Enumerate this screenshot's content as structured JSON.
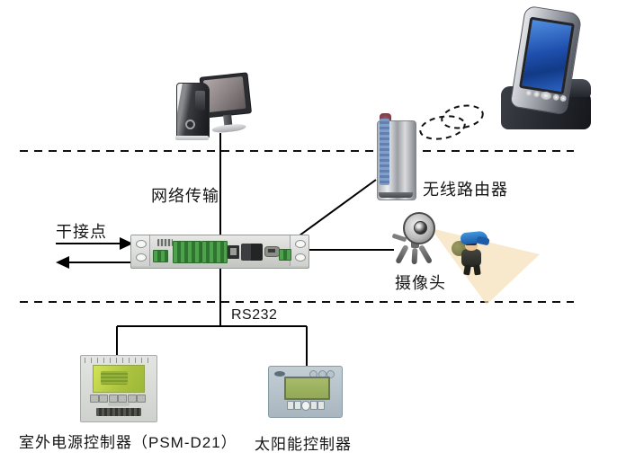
{
  "diagram": {
    "title_hint": "surveillance-gateway-topology",
    "labels": {
      "network_transmission": "网络传输",
      "dry_contact": "干接点",
      "wireless_router": "无线路由器",
      "camera": "摄像头",
      "rs232": "RS232",
      "outdoor_power_controller": "室外电源控制器（PSM-D21）",
      "solar_controller": "太阳能控制器"
    },
    "icons": [
      "desktop-computer-icon",
      "pda-dock-icon",
      "wireless-router-icon",
      "signal-waves-icon",
      "rack-gateway-icon",
      "surveillance-camera-icon",
      "intruder-figure-icon",
      "power-controller-icon",
      "solar-controller-icon"
    ],
    "colors": {
      "line": "#111111",
      "beam": "#f7e0b6",
      "pda_screen_blue": "#1f4fae",
      "router_strip_blue": "#6d8fc0",
      "terminal_green": "#3f8f3f",
      "psm_lcd_green": "#aac23f",
      "solar_lcd_green": "#9db163",
      "spy_cap_blue": "#2f86cf"
    }
  }
}
